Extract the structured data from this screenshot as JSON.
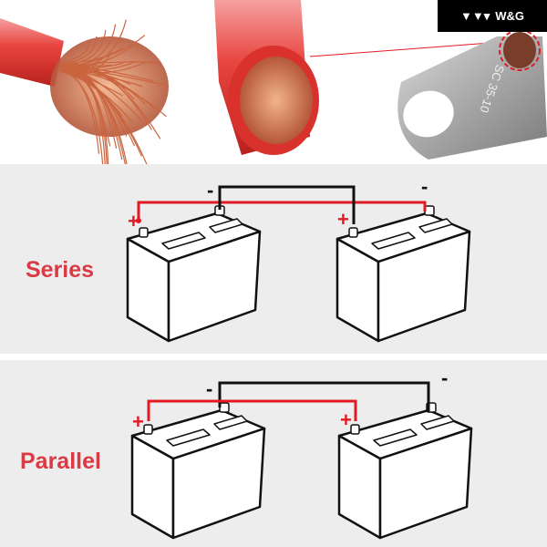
{
  "brand": {
    "logo_text": "W&G"
  },
  "lug": {
    "stamp_text": "SC 35-10"
  },
  "series": {
    "label": "Series",
    "plus_1": "+",
    "minus_1": "-",
    "plus_2": "+",
    "minus_2": "-"
  },
  "parallel": {
    "label": "Parallel",
    "plus_1": "+",
    "minus_1": "-",
    "plus_2": "+",
    "minus_2": "-"
  },
  "colors": {
    "label_red": "#d93a44",
    "wire_red": "#e01b24",
    "wire_black": "#111111",
    "panel_bg": "#ededed"
  }
}
